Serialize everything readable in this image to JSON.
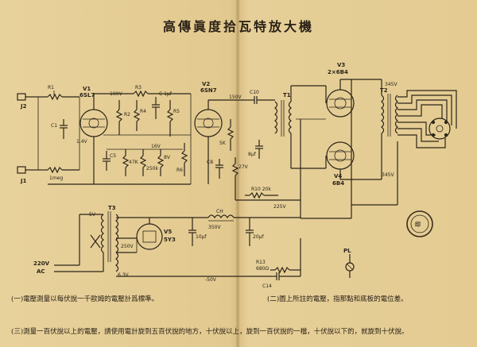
{
  "title": "高傳眞度拾瓦特放大機",
  "tubes": {
    "v1": {
      "id": "V1",
      "type": "6SL7"
    },
    "v2": {
      "id": "V2",
      "type": "6SN7"
    },
    "v3": {
      "id": "V3",
      "type": "2×6B4"
    },
    "v4": {
      "id": "V4",
      "type": "6B4"
    },
    "v5": {
      "id": "V5",
      "type": "5Y3"
    }
  },
  "jacks": {
    "j2": "J2",
    "j1": "J1"
  },
  "transformers": {
    "t1": "T1",
    "t2": "T2",
    "t3": "T3"
  },
  "voltages": {
    "v1_plate": "100V",
    "v2_plate": "150V",
    "ct_345": "345V",
    "ct_345b": "345V",
    "hv_350": "350V",
    "v5_250": "250V",
    "heater_63": "6.3V",
    "heater_5": "5V",
    "neg_50": "-50V",
    "v_27": "27V",
    "v_225": "225V",
    "v_14": "1.4V",
    "v_8": "8V",
    "v_16": "16V"
  },
  "components": {
    "r1": "R1",
    "r2": "R2",
    "r3": "R3",
    "r4": "R4",
    "r5": "R5",
    "r6": "R6",
    "r10": "R10 20k",
    "r13": "R13",
    "c1": "C1",
    "c5": "C5",
    "c8": "C8",
    "c14": "C14",
    "c_1uf": "C 1µf",
    "c10": "C10",
    "ch": "CH",
    "meg": "1meg",
    "k47": "47K",
    "k250": "250k",
    "k5": "5K",
    "ohm_680": "680Ω",
    "mfd_8": "8µf",
    "mfd_10": "10µf",
    "mfd_20": "20µf"
  },
  "mains": {
    "label": "220V",
    "sub": "AC"
  },
  "pilot": "PL",
  "footnotes": {
    "n1": "(一)電壓測量以每伏說一千歐姆的電壓計爲標準。",
    "n2": "(二)圖上所註的電壓，指那點和底板的電位差。",
    "n3": "(三)測量一百伏說以上的電壓，請使用電計旋到五百伏說的地方，十伏說以上，旋到一百伏說的一檔，十伏說以下的，就旋到十伏說。"
  },
  "stamp": "印"
}
